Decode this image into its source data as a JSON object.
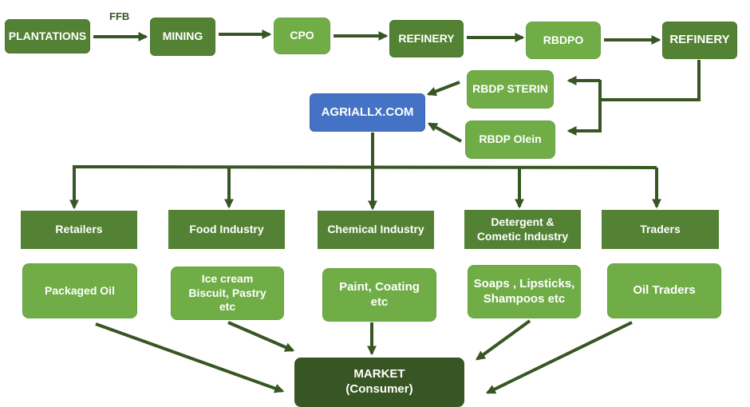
{
  "edge_label": "FFB",
  "top_row": {
    "plantations": "PLANTATIONS",
    "mining": "MINING",
    "cpo": "CPO",
    "refinery_1": "REFINERY",
    "rbdpo": "RBDPO",
    "refinery_2": "REFINERY"
  },
  "fractions": {
    "sterin": "RBDP STERIN",
    "olein": "RBDP Olein"
  },
  "hub": "AGRIALLX.COM",
  "industries": {
    "retailers": "Retailers",
    "food": "Food Industry",
    "chemical": "Chemical Industry",
    "detergent": "Detergent &\nCometic Industry",
    "traders": "Traders"
  },
  "products": {
    "packaged_oil": "Packaged Oil",
    "food_products": "Ice cream\nBiscuit, Pastry\netc",
    "paint": "Paint, Coating\netc",
    "soaps": "Soaps , Lipsticks,\nShampoos etc",
    "oil_traders": "Oil Traders"
  },
  "market": "MARKET\n(Consumer)",
  "colors": {
    "dark_green": "#548235",
    "light_green": "#70ad47",
    "arrow_green": "#375623",
    "hub_blue": "#4472c4",
    "market_green": "#375623"
  }
}
